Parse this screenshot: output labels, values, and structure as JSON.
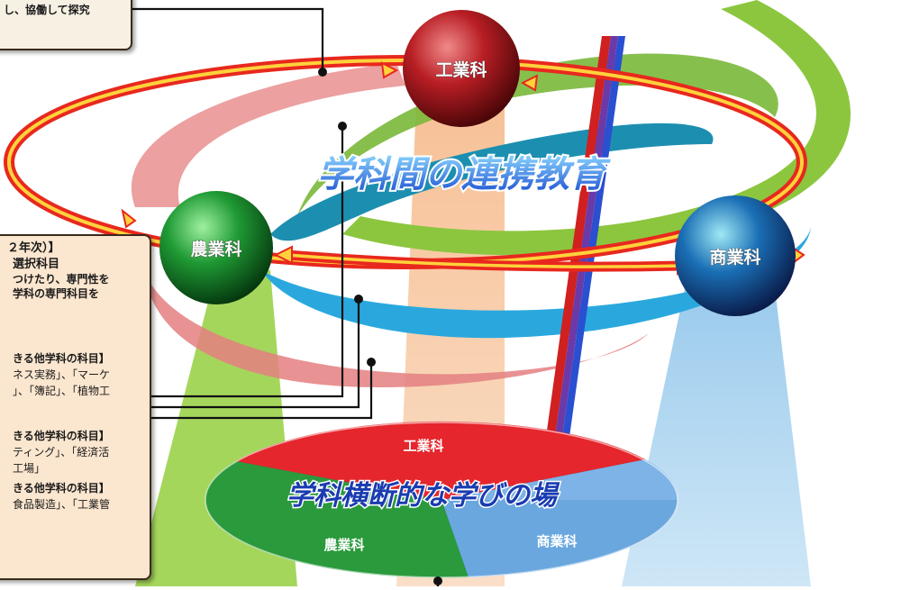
{
  "diagram": {
    "title_main": "学科間の連携教育",
    "title_center": "学科横断的な学びの場",
    "nodes": {
      "industry": "工業科",
      "agriculture": "農業科",
      "commerce": "商業科"
    },
    "ellipse_segments": {
      "industry": "工業科",
      "agriculture": "農業科",
      "commerce": "商業科"
    },
    "colors": {
      "industry": "#c8282e",
      "agriculture": "#1e9a3a",
      "commerce": "#1d6fb8",
      "arrow_outer": "#e8281e",
      "arrow_inner": "#ffd23c"
    }
  },
  "top_box": {
    "line1": "し、協働して探究"
  },
  "left_box": {
    "lines": [
      "２年次）】",
      "選択科目",
      "つけたり、専門性を",
      "学科の専門科目を",
      "きる他学科の科目】",
      "ネス実務」、「マーケ",
      "」、「簿記」、「植物工",
      "きる他学科の科目】",
      "ティング」、「経済活",
      "工場」",
      "きる他学科の科目】",
      "食品製造」、「工業管"
    ]
  }
}
